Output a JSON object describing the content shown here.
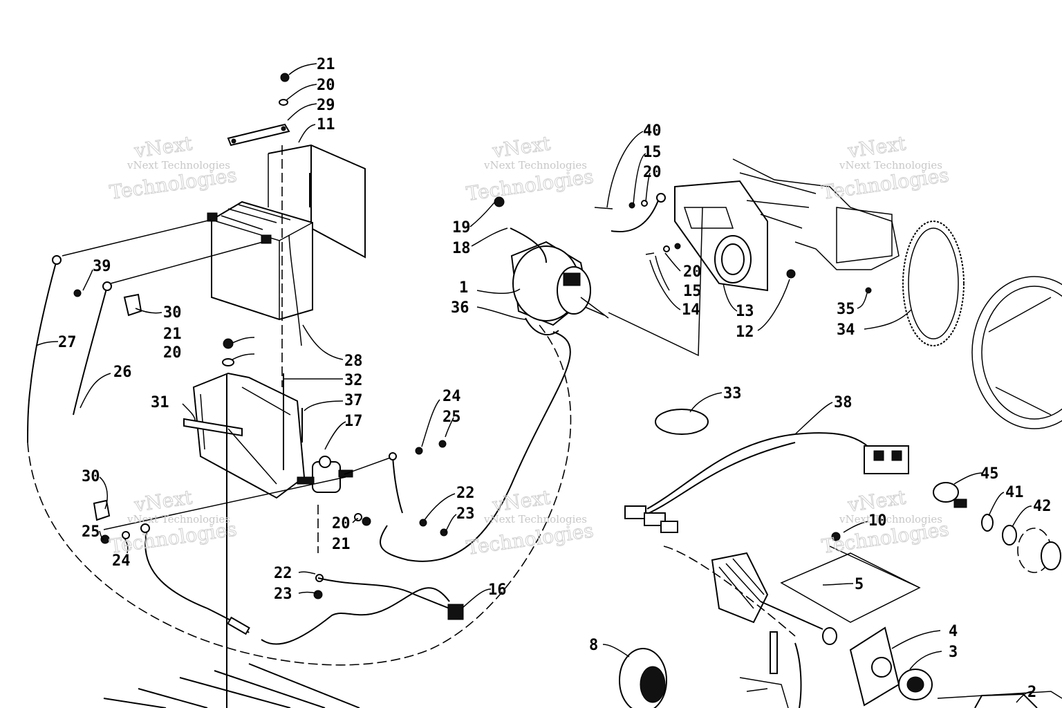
{
  "watermark": {
    "line1": "vNext Technologies",
    "line2": "vNext",
    "line3": "Technologies"
  },
  "callouts": [
    {
      "id": "21a",
      "text": "21"
    },
    {
      "id": "20a",
      "text": "20"
    },
    {
      "id": "29",
      "text": "29"
    },
    {
      "id": "11",
      "text": "11"
    },
    {
      "id": "39",
      "text": "39"
    },
    {
      "id": "30a",
      "text": "30"
    },
    {
      "id": "27",
      "text": "27"
    },
    {
      "id": "21b",
      "text": "21"
    },
    {
      "id": "20b",
      "text": "20"
    },
    {
      "id": "26",
      "text": "26"
    },
    {
      "id": "28",
      "text": "28"
    },
    {
      "id": "32",
      "text": "32"
    },
    {
      "id": "31",
      "text": "31"
    },
    {
      "id": "37",
      "text": "37"
    },
    {
      "id": "17",
      "text": "17"
    },
    {
      "id": "24a",
      "text": "24"
    },
    {
      "id": "25a",
      "text": "25"
    },
    {
      "id": "30b",
      "text": "30"
    },
    {
      "id": "25b",
      "text": "25"
    },
    {
      "id": "24b",
      "text": "24"
    },
    {
      "id": "22a",
      "text": "22"
    },
    {
      "id": "23a",
      "text": "23"
    },
    {
      "id": "20c",
      "text": "20"
    },
    {
      "id": "21c",
      "text": "21"
    },
    {
      "id": "22b",
      "text": "22"
    },
    {
      "id": "23b",
      "text": "23"
    },
    {
      "id": "16",
      "text": "16"
    },
    {
      "id": "19",
      "text": "19"
    },
    {
      "id": "18",
      "text": "18"
    },
    {
      "id": "1",
      "text": "1"
    },
    {
      "id": "36",
      "text": "36"
    },
    {
      "id": "40",
      "text": "40"
    },
    {
      "id": "15a",
      "text": "15"
    },
    {
      "id": "20d",
      "text": "20"
    },
    {
      "id": "20e",
      "text": "20"
    },
    {
      "id": "15b",
      "text": "15"
    },
    {
      "id": "14",
      "text": "14"
    },
    {
      "id": "13",
      "text": "13"
    },
    {
      "id": "12",
      "text": "12"
    },
    {
      "id": "35",
      "text": "35"
    },
    {
      "id": "34",
      "text": "34"
    },
    {
      "id": "33",
      "text": "33"
    },
    {
      "id": "38",
      "text": "38"
    },
    {
      "id": "45",
      "text": "45"
    },
    {
      "id": "41",
      "text": "41"
    },
    {
      "id": "42",
      "text": "42"
    },
    {
      "id": "10",
      "text": "10"
    },
    {
      "id": "5",
      "text": "5"
    },
    {
      "id": "4",
      "text": "4"
    },
    {
      "id": "3",
      "text": "3"
    },
    {
      "id": "8",
      "text": "8"
    },
    {
      "id": "2",
      "text": "2"
    }
  ]
}
